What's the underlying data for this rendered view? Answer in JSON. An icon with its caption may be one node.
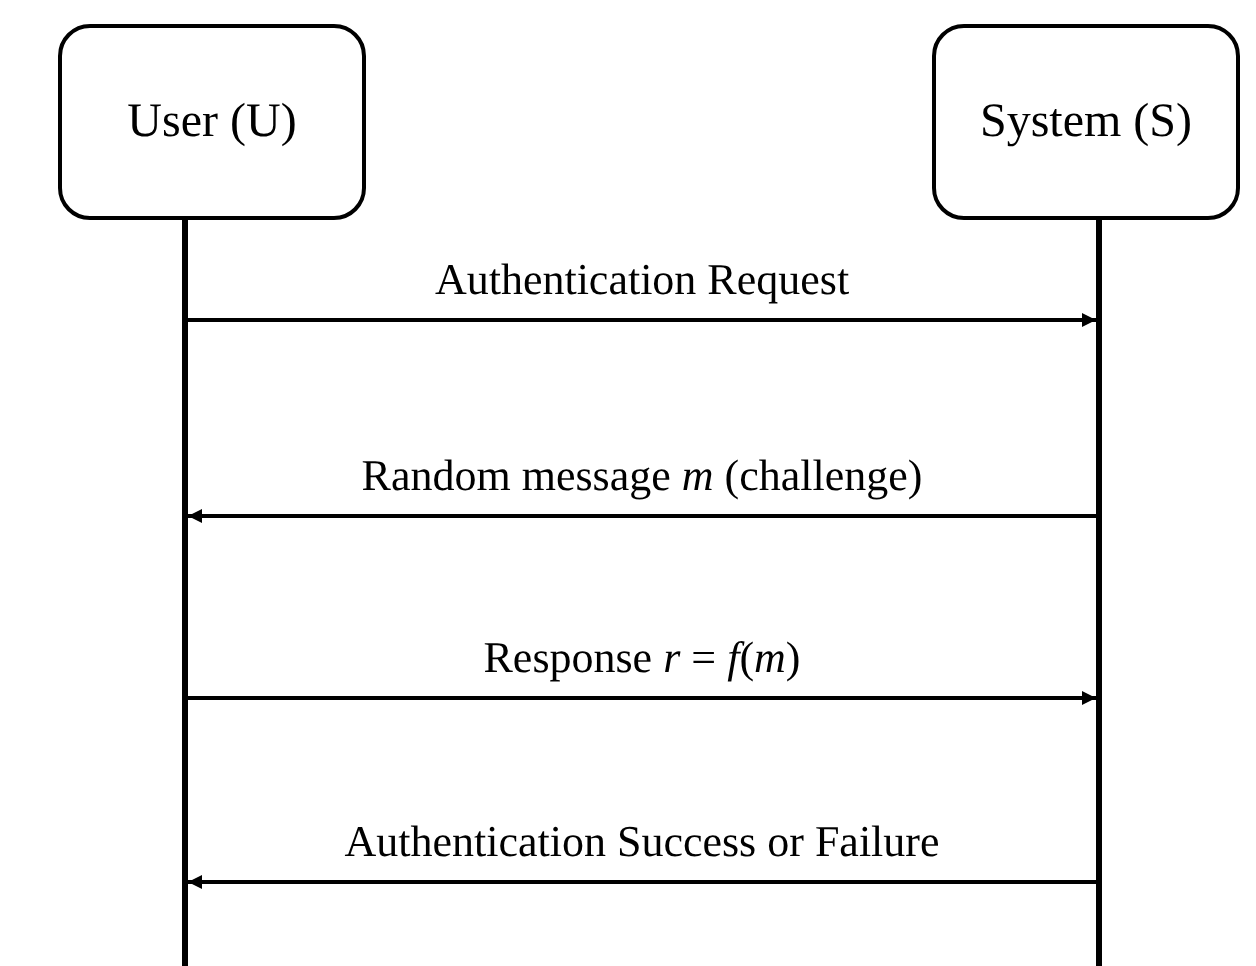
{
  "diagram": {
    "nodes": [
      {
        "text": [
          "User (U)"
        ]
      },
      {
        "text": [
          "System (S)"
        ]
      },
      {
        "text": [],
        "shape": "line"
      },
      {
        "text": [],
        "shape": "line"
      }
    ],
    "edges": [
      {
        "from": 2,
        "to": 3,
        "arrow": "to",
        "label": "Authentication Request"
      },
      {
        "from": 3,
        "to": 2,
        "arrow": "to",
        "label": "Random message *m* (challenge)"
      },
      {
        "from": 2,
        "to": 3,
        "arrow": "to",
        "label": "Response *r* = *f*(*m*)"
      },
      {
        "from": 3,
        "to": 2,
        "arrow": "to",
        "label": "Authentication Success or Failure"
      }
    ]
  }
}
